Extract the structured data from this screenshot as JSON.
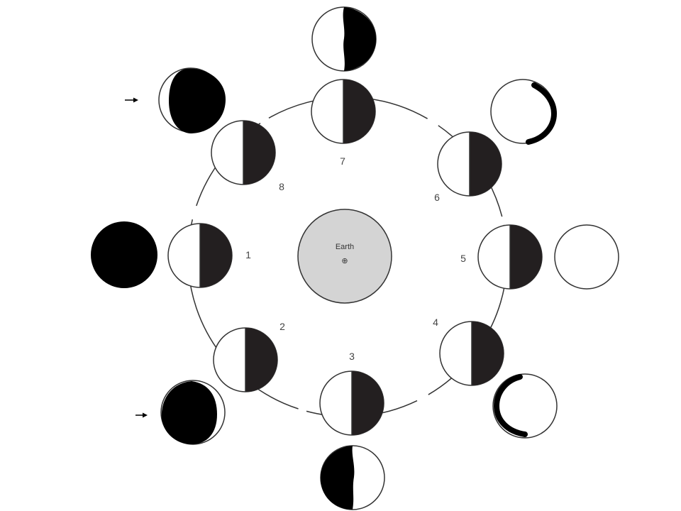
{
  "earth": {
    "label": "Earth",
    "symbol": "⊕",
    "fill": "#d4d4d4"
  },
  "positions": [
    {
      "number": "1"
    },
    {
      "number": "2"
    },
    {
      "number": "3"
    },
    {
      "number": "4"
    },
    {
      "number": "5"
    },
    {
      "number": "6"
    },
    {
      "number": "7"
    },
    {
      "number": "8"
    }
  ],
  "colors": {
    "shadow": "#231f20",
    "marker": "#000000",
    "outline": "#333333"
  }
}
